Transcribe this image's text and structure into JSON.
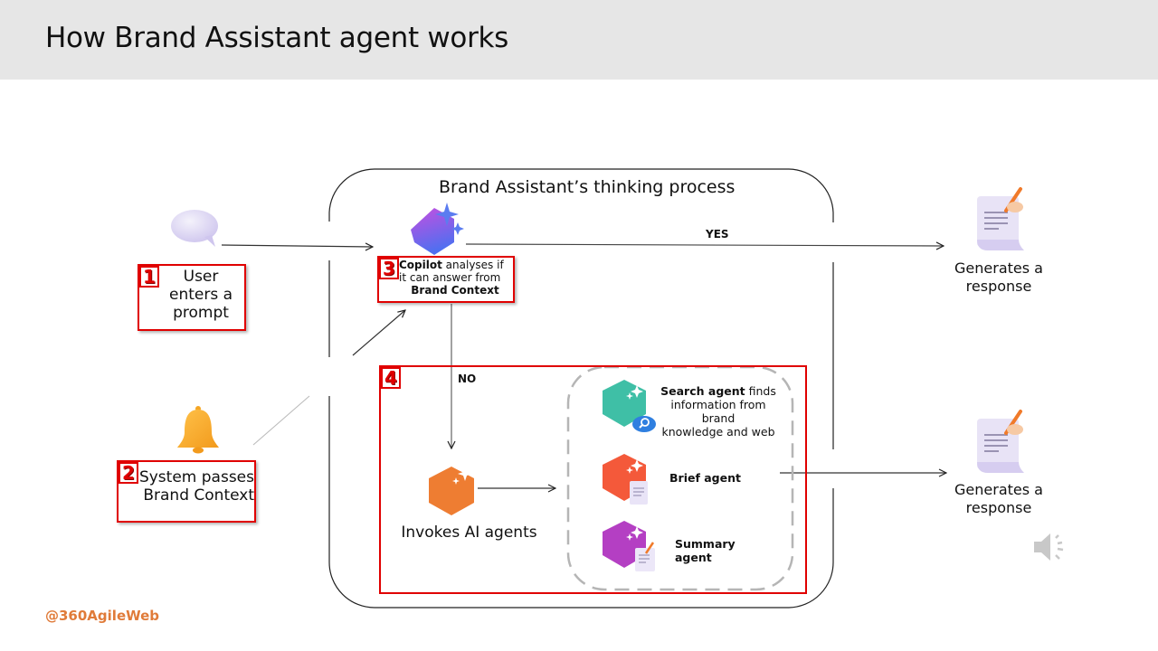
{
  "header": {
    "title": "How Brand Assistant agent works"
  },
  "process": {
    "title": "Brand Assistant’s thinking process"
  },
  "steps": {
    "step1": {
      "number": "1",
      "text_lines": [
        "User",
        "enters a",
        "prompt"
      ],
      "icon": "speech-bubble-icon"
    },
    "step2": {
      "number": "2",
      "text_lines": [
        "System passes",
        "Brand Context"
      ],
      "icon": "bell-icon"
    },
    "step3": {
      "number": "3",
      "bold_lead": "Copilot",
      "text_after_lead": " analyses if",
      "line2": "it can answer from",
      "bold_tail": "Brand Context",
      "icon": "copilot-icon"
    },
    "step4": {
      "number": "4",
      "invoke_label": "Invokes AI agents",
      "icon": "ai-agent-hexagon-icon"
    }
  },
  "decisions": {
    "yes_label": "YES",
    "no_label": "NO"
  },
  "agents": [
    {
      "name": "Search agent",
      "description_lines": [
        " finds",
        "information from brand",
        "knowledge and web"
      ],
      "color": "#3fbfa6",
      "icon": "search-agent-icon"
    },
    {
      "name": "Brief agent",
      "description_lines": [],
      "color": "#f4593a",
      "icon": "brief-agent-icon"
    },
    {
      "name": "Summary agent",
      "description_lines": [],
      "color": "#b43fc3",
      "icon": "summary-agent-icon"
    }
  ],
  "outputs": [
    {
      "text_lines": [
        "Generates a",
        "response"
      ],
      "icon": "document-pencil-icon"
    },
    {
      "text_lines": [
        "Generates a",
        "response"
      ],
      "icon": "document-pencil-icon"
    }
  ],
  "footer": {
    "handle": "@360AgileWeb"
  },
  "colors": {
    "accent_red": "#e00000",
    "handle_orange": "#e07b39",
    "header_bg": "#e6e6e6",
    "invoke_orange": "#ee7d32"
  }
}
